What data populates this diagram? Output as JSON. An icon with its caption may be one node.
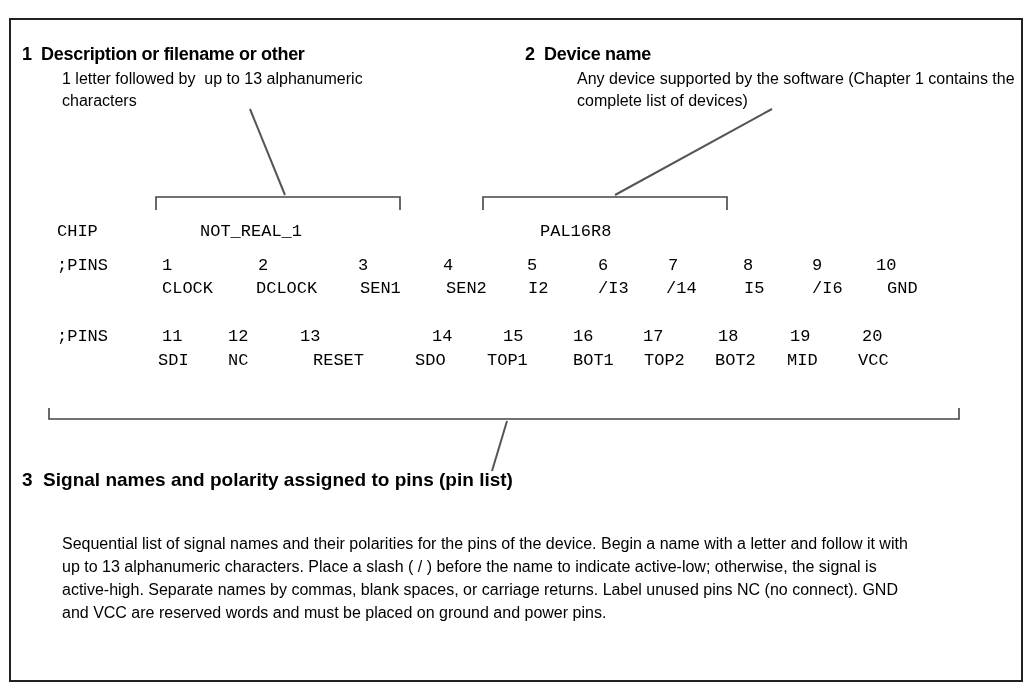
{
  "diagram": {
    "nodes": [
      {
        "text": [
          "1 letter followed by  up to 13 alphanumeric characters"
        ]
      },
      {
        "text": [],
        "shape": "bracket"
      },
      {
        "text": [
          "Any device supported by the software (Chapter 1 contains the complete list of devices)"
        ]
      },
      {
        "text": [],
        "shape": "bracket"
      },
      {
        "text": [],
        "shape": "bracket"
      },
      {
        "text": [
          "3  Signal names and polarity assigned to pins (pin list)"
        ]
      }
    ],
    "edges": [
      {
        "from": 0,
        "to": 1,
        "arrow": "none"
      },
      {
        "from": 2,
        "to": 3,
        "arrow": "none"
      },
      {
        "from": 5,
        "to": 4,
        "arrow": "none"
      }
    ],
    "labels": [
      "1  Description or filename or other",
      "2  Device name",
      "CHIP",
      "NOT_REAL_1",
      "PAL16R8",
      ";PINS",
      "1",
      "2",
      "3",
      "4",
      "5",
      "6",
      "7",
      "8",
      "9",
      "10",
      "CLOCK",
      "DCLOCK",
      "SEN1",
      "SEN2",
      "I2",
      "/I3",
      "/14",
      "I5",
      "/I6",
      "GND",
      ";PINS",
      "11",
      "12",
      "13",
      "14",
      "15",
      "16",
      "17",
      "18",
      "19",
      "20",
      "SDI",
      "NC",
      "RESET",
      "SDO",
      "TOP1",
      "BOT1",
      "TOP2",
      "BOT2",
      "MID",
      "VCC",
      "Sequential list of signal names and their polarities for the pins of the device. Begin a name with a letter and follow it with up to 13 alphanumeric characters. Place a slash ( / ) before the name to indicate active-low; otherwise, the signal is active-high. Separate names by commas, blank spaces, or carriage returns. Label unused pins NC (no connect). GND and VCC are reserved words and must be placed on ground and power pins."
    ]
  }
}
